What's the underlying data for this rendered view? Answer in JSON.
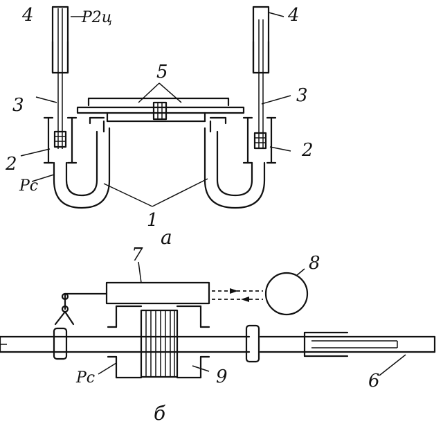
{
  "diagram_a": {
    "labels": {
      "tube_left": "4",
      "tube_right": "4",
      "pressure_top": "P2ц",
      "sleeve_left": "3",
      "sleeve_right": "3",
      "manometer_left": "2",
      "manometer_right": "2",
      "pressure_bottom": "Pc",
      "bridge": "5",
      "u_tubes": "1",
      "caption": "a"
    }
  },
  "diagram_b": {
    "labels": {
      "unit": "7",
      "indicator": "8",
      "pressure": "Pc",
      "coil": "9",
      "rod": "6",
      "caption": "б"
    }
  }
}
